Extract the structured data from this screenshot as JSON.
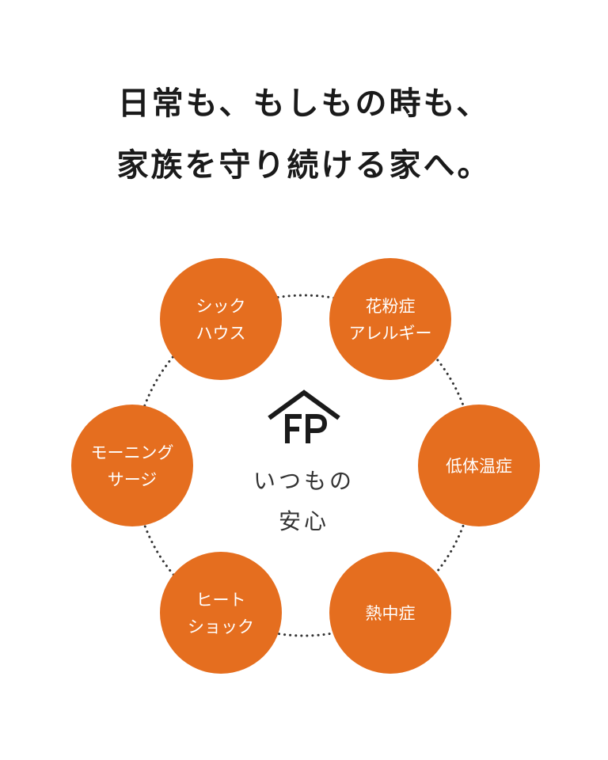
{
  "headline": {
    "line1": "日常も、もしもの時も、",
    "line2": "家族を守り続ける家へ。"
  },
  "center": {
    "logo_label": "FP",
    "line1": "いつもの",
    "line2": "安心"
  },
  "nodes": [
    {
      "lines": [
        "シック",
        "ハウス"
      ]
    },
    {
      "lines": [
        "花粉症",
        "アレルギー"
      ]
    },
    {
      "lines": [
        "低体温症"
      ]
    },
    {
      "lines": [
        "熱中症"
      ]
    },
    {
      "lines": [
        "ヒート",
        "ショック"
      ]
    },
    {
      "lines": [
        "モーニング",
        "サージ"
      ]
    }
  ],
  "colors": {
    "node_fill": "#e56e1f",
    "text": "#1a1a1a",
    "ring": "#333333"
  }
}
